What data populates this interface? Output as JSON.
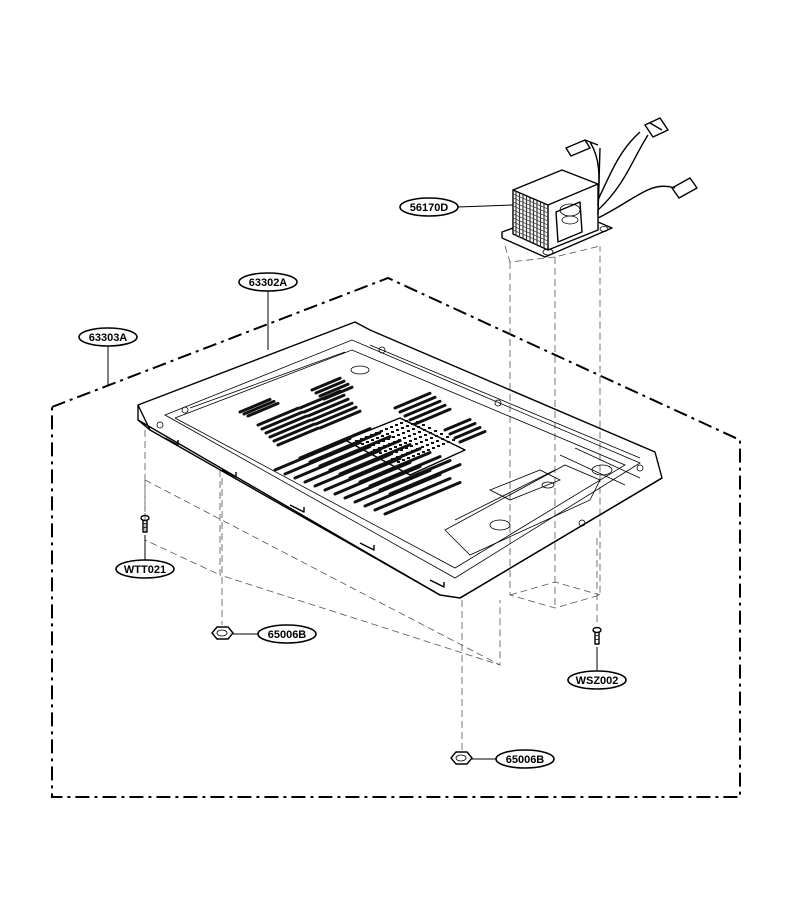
{
  "callouts": {
    "transformer": "56170D",
    "plate": "63302A",
    "assembly": "63303A",
    "screw_left": "WTT021",
    "nut_upper": "65006B",
    "screw_right": "WSZ002",
    "nut_lower": "65006B"
  }
}
